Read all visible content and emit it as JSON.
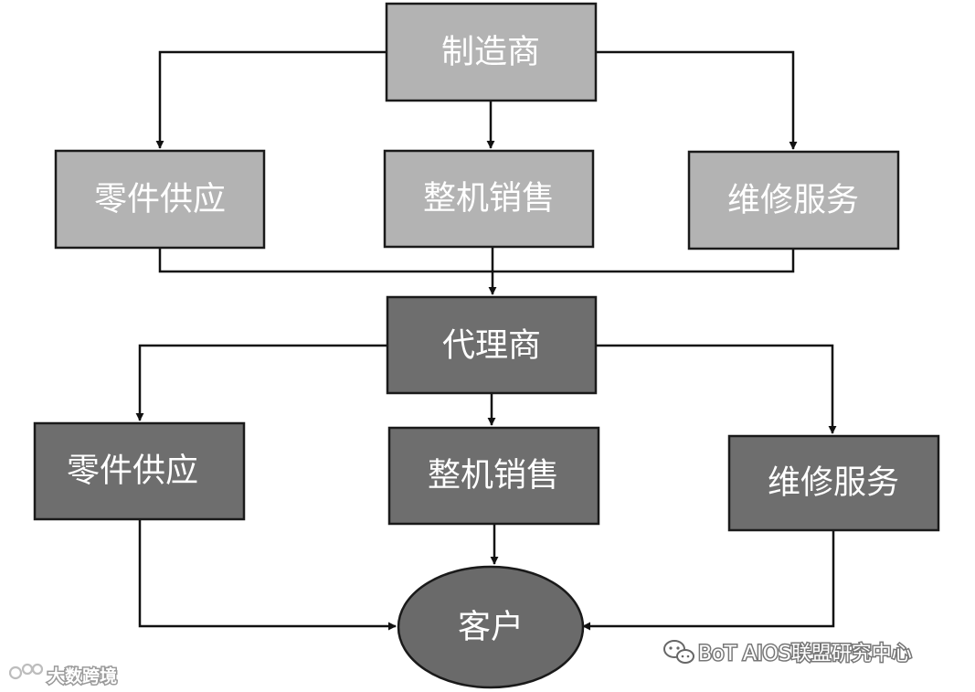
{
  "nodes": {
    "manufacturer": "制造商",
    "parts_supply_top": "零件供应",
    "whole_machine_sales_top": "整机销售",
    "repair_service_top": "维修服务",
    "agent": "代理商",
    "parts_supply_bottom": "零件供应",
    "whole_machine_sales_bottom": "整机销售",
    "repair_service_bottom": "维修服务",
    "customer": "客户"
  },
  "watermarks": {
    "right": "BoT AIOS联盟研究中心",
    "left": "大数跨境"
  },
  "colors": {
    "light_box": "#b3b3b3",
    "dark_box": "#6e6e6e",
    "customer_ellipse": "#6a6a6a",
    "text": "#ffffff",
    "lines": "#111111"
  }
}
